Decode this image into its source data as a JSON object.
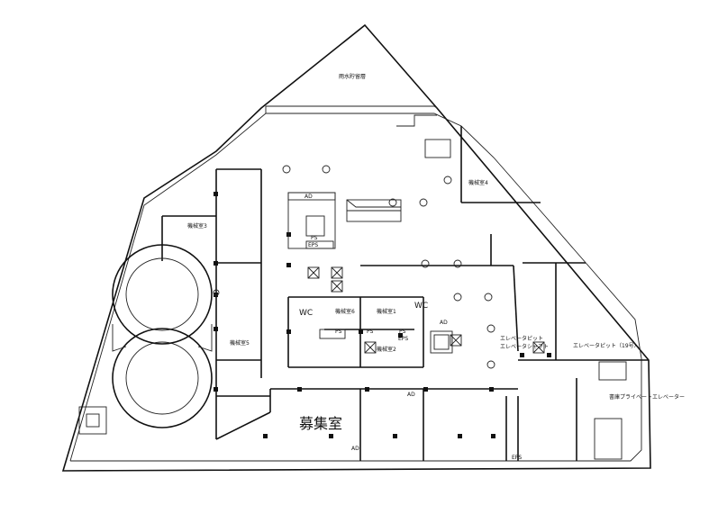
{
  "labels": {
    "rain_tank": "雨水貯留層",
    "machine_room_3": "機械室3",
    "machine_room_4": "機械室4",
    "machine_room_5": "機械室5",
    "machine_room_6": "機械室6",
    "machine_room_1": "機械室1",
    "machine_room_2": "機械室2",
    "wc_left": "WC",
    "wc_right": "WC",
    "ad_top": "AD",
    "ad_mid": "AD",
    "ad_bottom_1": "AD",
    "ad_bottom_2": "AD",
    "eps_top": "EPS",
    "eps_mid": "EPS",
    "eps_bottom": "EPS",
    "ps_top": "PS",
    "ps_1": "PS",
    "ps_2": "PS",
    "ps_3": "PS",
    "elevator_pit": "エレベータピット",
    "elevator_shaft": "エレベータシャフト",
    "elevator_pit_19": "エレベータピット（19号）",
    "private_elevator": "書庫プライベートエレベーター",
    "recruitment_room": "募集室"
  }
}
